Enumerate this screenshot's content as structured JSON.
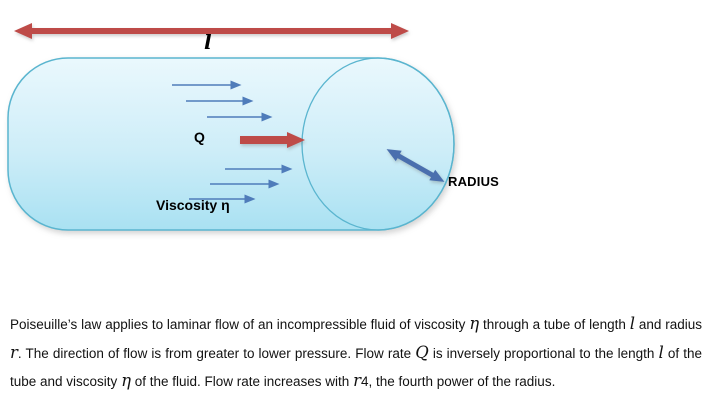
{
  "diagram": {
    "length_label": "l",
    "flow_rate_label": "Q",
    "viscosity_label": "Viscosity η",
    "radius_label": "RADIUS",
    "colors": {
      "arrow_red": "#BE4B48",
      "arrow_blue_thin": "#4F7CBA",
      "arrow_blue_thick": "#4A6FAE",
      "tube_border": "#5AB5CF",
      "tube_fill_top": "#EAF8FD",
      "tube_fill_mid": "#CDEDF8",
      "tube_fill_bottom": "#A9E1F2"
    }
  },
  "caption": {
    "segments": [
      {
        "t": "Poiseuille’s law applies to laminar flow of an incompressible fluid of viscosity "
      },
      {
        "t": "η"
      },
      {
        "t": " through a tube of length "
      },
      {
        "t": "l"
      },
      {
        "t": " and radius "
      },
      {
        "t": "r"
      },
      {
        "t": ". The direction of flow is from greater to lower pressure. Flow rate "
      },
      {
        "t": "Q"
      },
      {
        "t": " is inversely proportional to the length "
      },
      {
        "t": "l"
      },
      {
        "t": " of the tube and viscosity "
      },
      {
        "t": "η"
      },
      {
        "t": " of the fluid. Flow rate increases with "
      },
      {
        "t": "r"
      },
      {
        "t": "4, the fourth power of the radius."
      }
    ]
  }
}
